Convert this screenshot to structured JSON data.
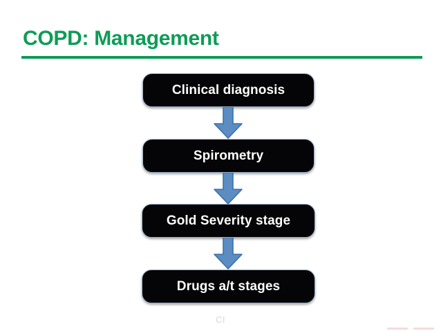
{
  "slide": {
    "title_primary": "COPD:",
    "title_secondary": "Management",
    "title_color": "#0E9C57",
    "rule_color": "#109A58",
    "background_color": "#ffffff"
  },
  "flowchart": {
    "type": "vertical-flow",
    "box_fill": "#050507",
    "box_border": "#9DB3CC",
    "box_text_color": "#ffffff",
    "arrow_fill": "#5B8DC3",
    "arrow_stroke": "#3D6FA8",
    "steps": [
      {
        "label": "Clinical diagnosis"
      },
      {
        "label": "Spirometry"
      },
      {
        "label": "Gold Severity stage"
      },
      {
        "label": "Drugs a/t stages"
      }
    ],
    "connectors": [
      {
        "icon": "down-arrow-icon"
      },
      {
        "icon": "down-arrow-icon"
      },
      {
        "icon": "down-arrow-icon"
      }
    ]
  },
  "footer": {
    "note": "CI"
  }
}
